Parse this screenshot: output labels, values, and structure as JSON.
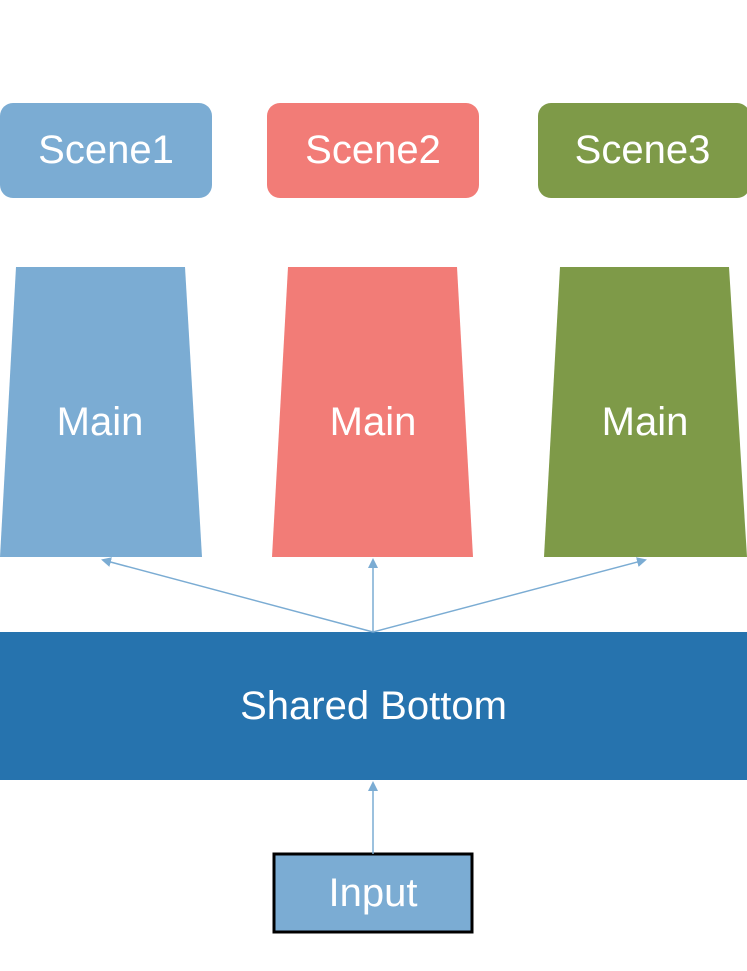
{
  "colors": {
    "scene1": "#7BACD3",
    "scene2": "#F27C77",
    "scene3": "#7E9A48",
    "shared_bottom": "#2673AE",
    "input_fill": "#7BACD3",
    "input_border": "#000000",
    "arrow": "#7BACD3",
    "text": "#FFFFFF"
  },
  "scenes": [
    {
      "label": "Scene1"
    },
    {
      "label": "Scene2"
    },
    {
      "label": "Scene3"
    }
  ],
  "towers": [
    {
      "label": "Main"
    },
    {
      "label": "Main"
    },
    {
      "label": "Main"
    }
  ],
  "shared_bottom": {
    "label": "Shared Bottom"
  },
  "input": {
    "label": "Input"
  }
}
